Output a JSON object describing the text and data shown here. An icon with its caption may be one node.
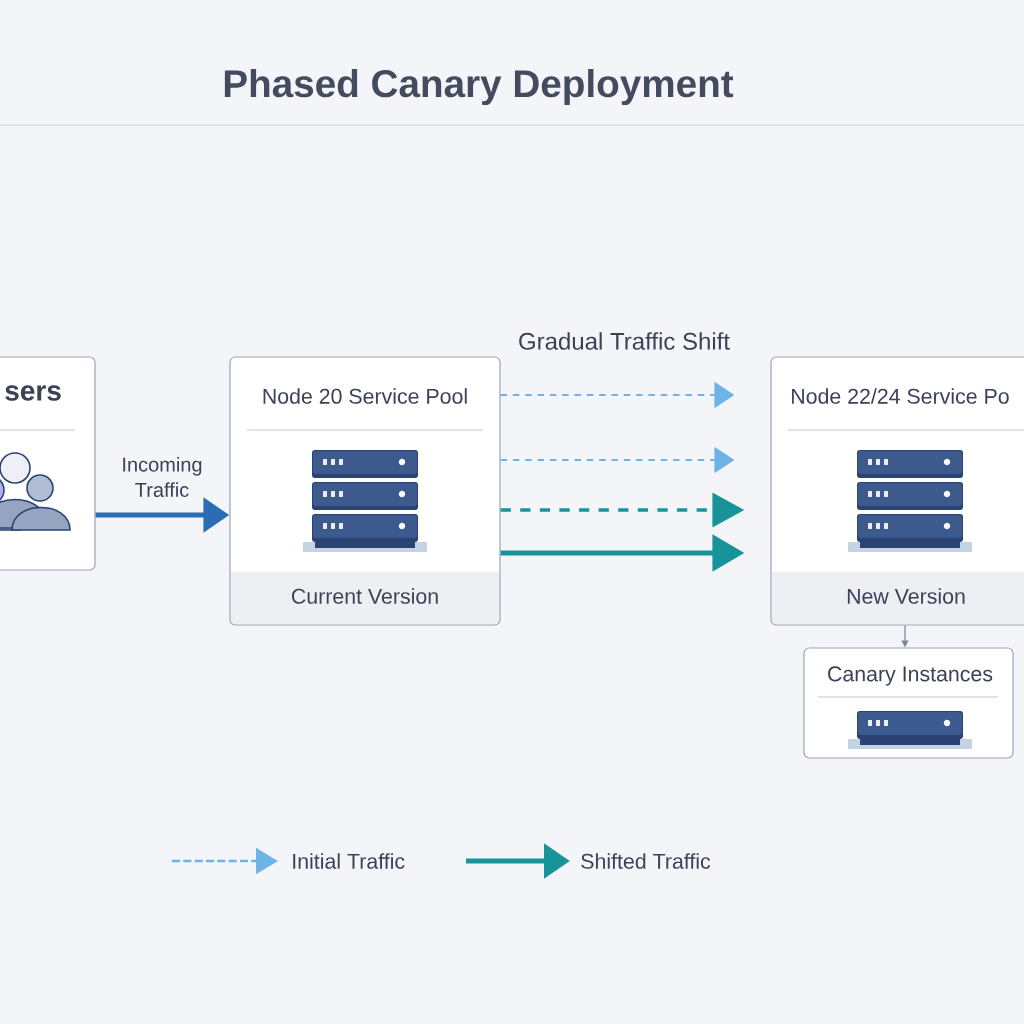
{
  "diagram": {
    "title": "Phased Canary Deployment",
    "nodes": [
      {
        "text": [
          "sers"
        ]
      },
      {
        "text": [
          "Node 20 Service Pool",
          "Current Version"
        ]
      },
      {
        "text": [
          "Node 22/24 Service Po",
          "New Version"
        ]
      },
      {
        "text": [
          "Canary Instances"
        ]
      }
    ],
    "edges": [
      {
        "from": 0,
        "to": 1,
        "arrow": "to",
        "label": "Incoming Traffic",
        "style": "thick",
        "color": "#2a6db5"
      },
      {
        "from": 1,
        "to": 2,
        "arrow": "to",
        "style": "dashed",
        "color": "#6db3e6"
      },
      {
        "from": 1,
        "to": 2,
        "arrow": "to",
        "style": "dashed",
        "color": "#6db3e6"
      },
      {
        "from": 1,
        "to": 2,
        "arrow": "to",
        "style": "dashed",
        "color": "#17949a"
      },
      {
        "from": 1,
        "to": 2,
        "arrow": "to",
        "style": "thick",
        "color": "#17949a"
      },
      {
        "from": 2,
        "to": 3,
        "arrow": "to",
        "color": "#7a8496"
      }
    ],
    "labels": [
      "Gradual Traffic Shift"
    ],
    "legend": [
      {
        "text": "Initial Traffic"
      },
      {
        "text": "Shifted Traffic"
      }
    ]
  }
}
